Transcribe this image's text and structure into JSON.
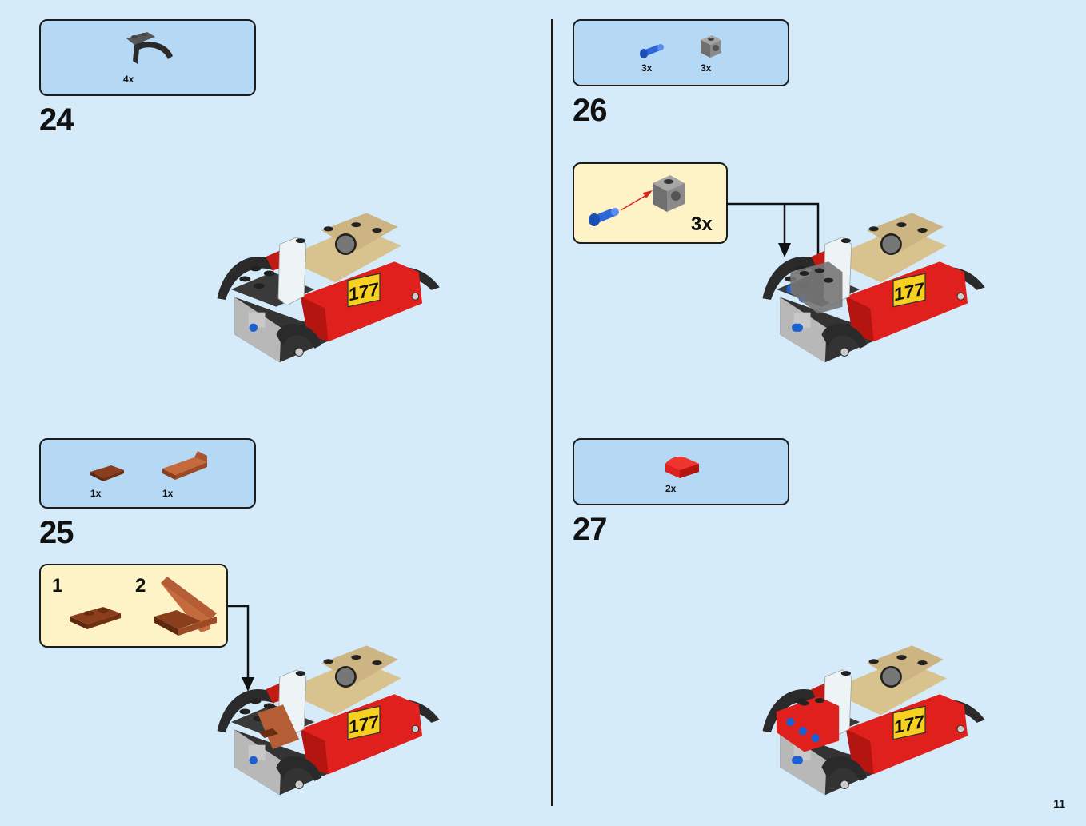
{
  "page": {
    "number": "11"
  },
  "steps": [
    {
      "number": "24",
      "parts": [
        {
          "qty": "4x",
          "part": "dark-gray-mudguard-arch"
        }
      ]
    },
    {
      "number": "25",
      "parts": [
        {
          "qty": "1x",
          "part": "brown-plate-1x2"
        },
        {
          "qty": "1x",
          "part": "brown-bracket-slope"
        }
      ],
      "subassembly": {
        "step1": "1",
        "step2": "2"
      }
    },
    {
      "number": "26",
      "parts": [
        {
          "qty": "3x",
          "part": "blue-pin"
        },
        {
          "qty": "3x",
          "part": "gray-technic-brick"
        }
      ],
      "subassembly": {
        "qty": "3x"
      }
    },
    {
      "number": "27",
      "parts": [
        {
          "qty": "2x",
          "part": "red-curved-slope"
        }
      ]
    }
  ],
  "car_plate": "177",
  "colors": {
    "background": "#d5ebfa",
    "parts_box": "#b5d8f4",
    "sub_box": "#fdf3c6",
    "car_red": "#e0201c",
    "plate_yellow": "#f8d120"
  }
}
